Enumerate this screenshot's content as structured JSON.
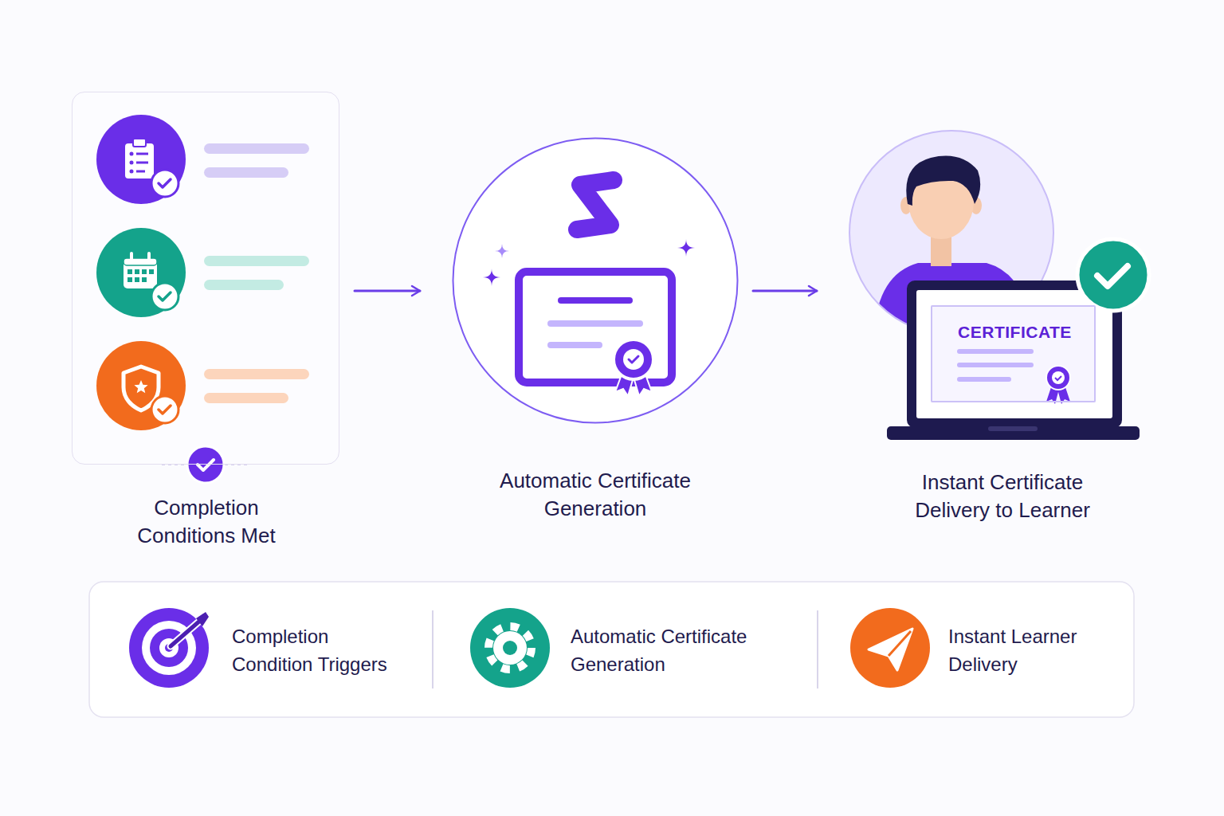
{
  "diagram": {
    "nodes": [
      {
        "text": [
          "Completion Conditions Met"
        ]
      },
      {
        "text": [
          "Automatic Certificate Generation"
        ]
      },
      {
        "text": [
          "Instant Certificate Delivery to Learner"
        ]
      },
      {
        "text": [
          "CERTIFICATE"
        ],
        "in": 2
      }
    ],
    "edges": [
      {
        "from": 0,
        "to": 1,
        "arrow": "to"
      },
      {
        "from": 1,
        "to": 2,
        "arrow": "to"
      }
    ],
    "labels": [
      "Completion Condition Triggers",
      "Automatic Certificate Generation",
      "Instant Learner Delivery"
    ]
  }
}
